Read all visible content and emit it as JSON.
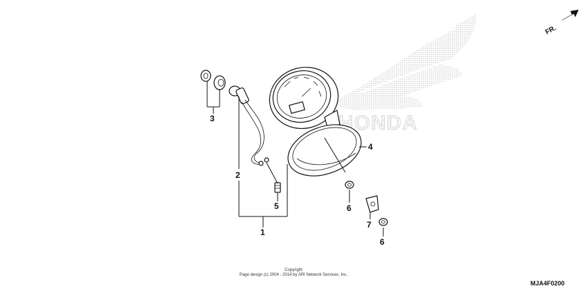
{
  "callouts": {
    "c1": "1",
    "c2": "2",
    "c3": "3",
    "c4": "4",
    "c5": "5",
    "c6a": "6",
    "c6b": "6",
    "c7": "7"
  },
  "direction": {
    "label": "FR."
  },
  "watermark": {
    "brand": "HONDA"
  },
  "footer": {
    "copyright_line1": "Copyright",
    "copyright_line2": "Page design (c) 2004 - 2014 by ARI Network Services, Inc.",
    "diagram_code": "MJA4F0200"
  },
  "colors": {
    "ink": "#111111",
    "watermark": "#cfcfcf",
    "background": "#ffffff"
  }
}
